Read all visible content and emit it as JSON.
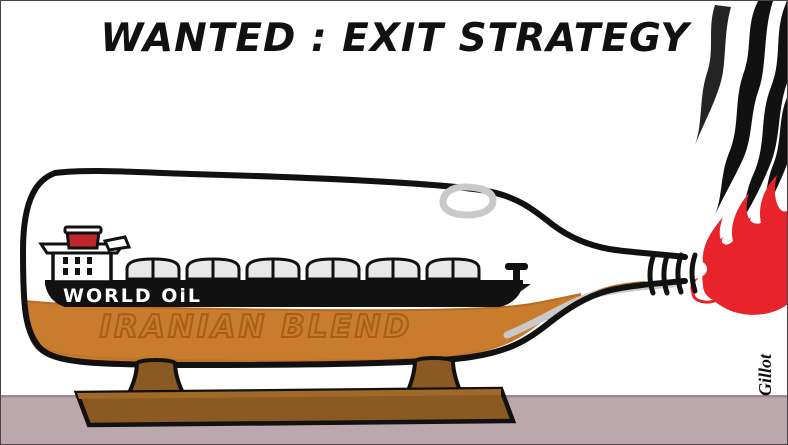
{
  "cartoon": {
    "title_caption": "WANTED : EXIT STRATEGY",
    "ship_name": "WORLD OiL",
    "oil_label": "IRANIAN BLEND",
    "artist_signature": "Gillot",
    "alt_description": "Political cartoon: an oil tanker named WORLD OiL floats inside a Molotov-cocktail bottle filled with IRANIAN BLEND oil; the bottle's neck is wrapped with a burning rag giving off red flame and black smoke. The bottle rests on a wooden cradle.",
    "colors": {
      "oil_orange": "#C97B2E",
      "oil_orange_shadow": "#B86C22",
      "oil_label_outline": "#A55E18",
      "flame_red": "#E8242A",
      "smoke_black": "#111111",
      "hull_black": "#111111",
      "funnel_red": "#C0272D",
      "stand_brown": "#8B5A22",
      "stand_brown_dark": "#7A4C1B",
      "ground_mauve": "#BBA7AC",
      "glass_gray": "#C9C9C9",
      "outline_black": "#111111",
      "background_white": "#FFFFFF",
      "border_gray": "#4A4446"
    },
    "elements": [
      {
        "name": "caption",
        "label": "WANTED : EXIT STRATEGY"
      },
      {
        "name": "bottle",
        "label": "Glass bottle"
      },
      {
        "name": "oil-fill",
        "label": "IRANIAN BLEND"
      },
      {
        "name": "tanker-ship",
        "label": "WORLD OiL"
      },
      {
        "name": "funnel",
        "label": "Red ship funnel"
      },
      {
        "name": "wick-rag",
        "label": "Burning rag wick"
      },
      {
        "name": "flame",
        "label": "Red flame"
      },
      {
        "name": "smoke",
        "label": "Black smoke"
      },
      {
        "name": "cradle",
        "label": "Wooden cradle stand"
      },
      {
        "name": "ground",
        "label": "Ground line"
      },
      {
        "name": "signature",
        "label": "Gillot"
      }
    ]
  }
}
